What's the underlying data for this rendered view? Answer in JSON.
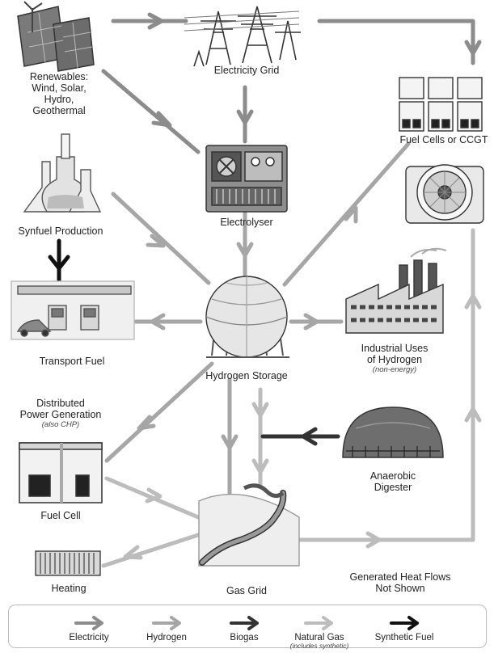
{
  "nodes": {
    "renewables": "Renewables:\nWind, Solar,\nHydro,\nGeothermal",
    "grid": "Electricity Grid",
    "fuelcells_ccgt": "Fuel Cells or CCGT",
    "electrolyser": "Electrolyser",
    "synfuel": "Synfuel Production",
    "transport": "Transport Fuel",
    "storage": "Hydrogen Storage",
    "industrial": "Industrial Uses\nof Hydrogen",
    "industrial_sub": "(non-energy)",
    "distributed": "Distributed\nPower Generation",
    "distributed_sub": "(also CHP)",
    "fuelcell": "Fuel Cell",
    "anaerobic": "Anaerobic\nDigester",
    "heating": "Heating",
    "gasgrid": "Gas Grid",
    "heatnote": "Generated Heat Flows\nNot Shown"
  },
  "legend": {
    "electricity": "Electricity",
    "hydrogen": "Hydrogen",
    "biogas": "Biogas",
    "natural_gas": "Natural Gas",
    "natural_gas_sub": "(includes synthetic)",
    "synthetic_fuel": "Synthetic Fuel"
  },
  "colors": {
    "electricity": "#8c8c8c",
    "hydrogen": "#a6a6a6",
    "biogas": "#333333",
    "natural_gas": "#bcbcbc",
    "synthetic_fuel": "#111111"
  }
}
